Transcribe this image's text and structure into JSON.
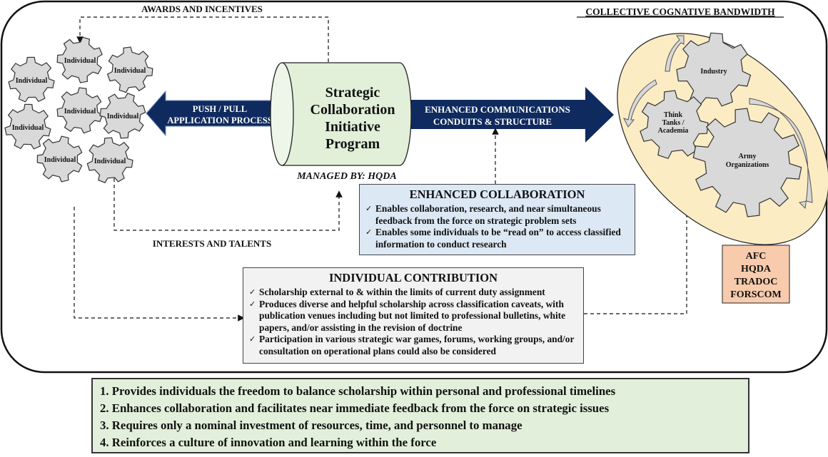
{
  "title": "COLLECTIVE COGNATIVE BANDWIDTH",
  "awards_label": "AWARDS AND INCENTIVES",
  "interests_label": "INTERESTS AND TALENTS",
  "individual_label": "Individual",
  "push_pull": [
    "PUSH / PULL",
    "APPLICATION PROCESS"
  ],
  "program": {
    "lines": [
      "Strategic",
      "Collaboration",
      "Initiative",
      "Program"
    ],
    "managed_by": "MANAGED BY: HQDA"
  },
  "comm_arrow": [
    "ENHANCED COMMUNICATIONS",
    "CONDUITS & STRUCTURE"
  ],
  "cluster": {
    "industry": "Industry",
    "think_tanks": [
      "Think",
      "Tanks /",
      "Academia"
    ],
    "army": [
      "Army",
      "Organizations"
    ]
  },
  "enhanced_collaboration": {
    "title": "ENHANCED COLLABORATION",
    "items": [
      "Enables collaboration, research, and near simultaneous feedback from the force on strategic problem sets",
      "Enables some individuals to be “read on” to access classified information to conduct research"
    ]
  },
  "organizations": [
    "AFC",
    "HQDA",
    "TRADOC",
    "FORSCOM"
  ],
  "individual_contribution": {
    "title": "INDIVIDUAL CONTRIBUTION",
    "items": [
      "Scholarship external to & within the limits of current duty assignment",
      "Produces diverse and helpful scholarship across classification caveats, with publication venues including but not limited to professional bulletins, white papers, and/or assisting in the revision of doctrine",
      "Participation in various strategic war games, forums, working groups, and/or consultation on operational plans could also be considered"
    ]
  },
  "benefits": [
    "1. Provides individuals the freedom to balance scholarship within personal and professional timelines",
    "2. Enhances collaboration and facilitates near immediate feedback from the force on strategic issues",
    "3. Requires only a nominal investment of resources, time, and personnel to manage",
    "4. Reinforces a culture of innovation and learning within the force"
  ],
  "colors": {
    "navy": "#0f2a5e",
    "gear": "#d9d9d9",
    "cylinder": "#e2efd9",
    "ellipse": "#fcecc4",
    "collab_box": "#dde8f5",
    "org_box": "#f8cbad",
    "contrib_box": "#f2f2f2",
    "benefits_box": "#e2efda"
  }
}
